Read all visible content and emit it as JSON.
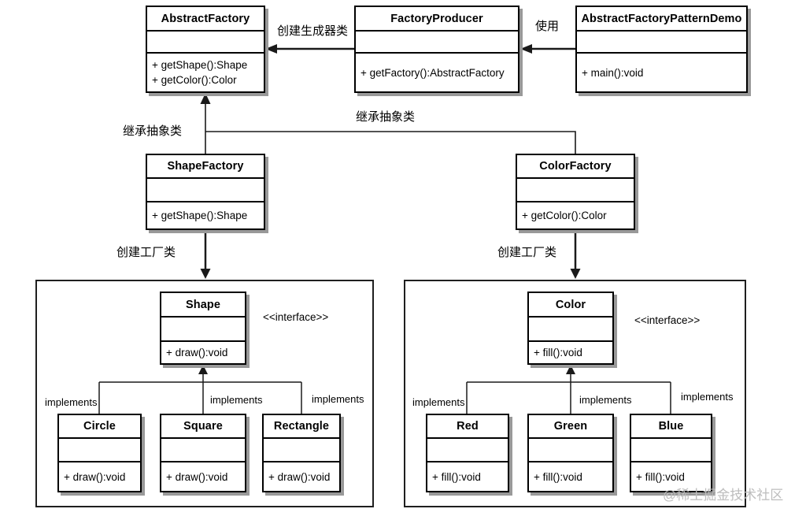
{
  "labels": {
    "create_builder": "创建生成器类",
    "use": "使用",
    "inherit_abstract": "继承抽象类",
    "create_factory": "创建工厂类",
    "implements": "implements",
    "interface_stereotype": "<<interface>>"
  },
  "classes": {
    "abstract_factory": {
      "name": "AbstractFactory",
      "attributes": [],
      "methods": [
        "+ getShape():Shape",
        "+ getColor():Color"
      ]
    },
    "factory_producer": {
      "name": "FactoryProducer",
      "attributes": [],
      "methods": [
        "+ getFactory():AbstractFactory"
      ]
    },
    "abstract_factory_pattern_demo": {
      "name": "AbstractFactoryPatternDemo",
      "attributes": [],
      "methods": [
        "+ main():void"
      ]
    },
    "shape_factory": {
      "name": "ShapeFactory",
      "attributes": [],
      "methods": [
        "+ getShape():Shape"
      ]
    },
    "color_factory": {
      "name": "ColorFactory",
      "attributes": [],
      "methods": [
        "+ getColor():Color"
      ]
    },
    "shape": {
      "name": "Shape",
      "attributes": [],
      "methods": [
        "+ draw():void"
      ]
    },
    "color": {
      "name": "Color",
      "attributes": [],
      "methods": [
        "+ fill():void"
      ]
    },
    "circle": {
      "name": "Circle",
      "attributes": [],
      "methods": [
        "+ draw():void"
      ]
    },
    "square": {
      "name": "Square",
      "attributes": [],
      "methods": [
        "+ draw():void"
      ]
    },
    "rectangle": {
      "name": "Rectangle",
      "attributes": [],
      "methods": [
        "+ draw():void"
      ]
    },
    "red": {
      "name": "Red",
      "attributes": [],
      "methods": [
        "+ fill():void"
      ]
    },
    "green": {
      "name": "Green",
      "attributes": [],
      "methods": [
        "+ fill():void"
      ]
    },
    "blue": {
      "name": "Blue",
      "attributes": [],
      "methods": [
        "+ fill():void"
      ]
    }
  },
  "watermark": "@稀土掘金技术社区",
  "colors": {
    "line": "#1a1a1a",
    "box_border": "#000000",
    "box_shadow": "#999999",
    "background": "#ffffff",
    "watermark": "#bdbdbd"
  }
}
